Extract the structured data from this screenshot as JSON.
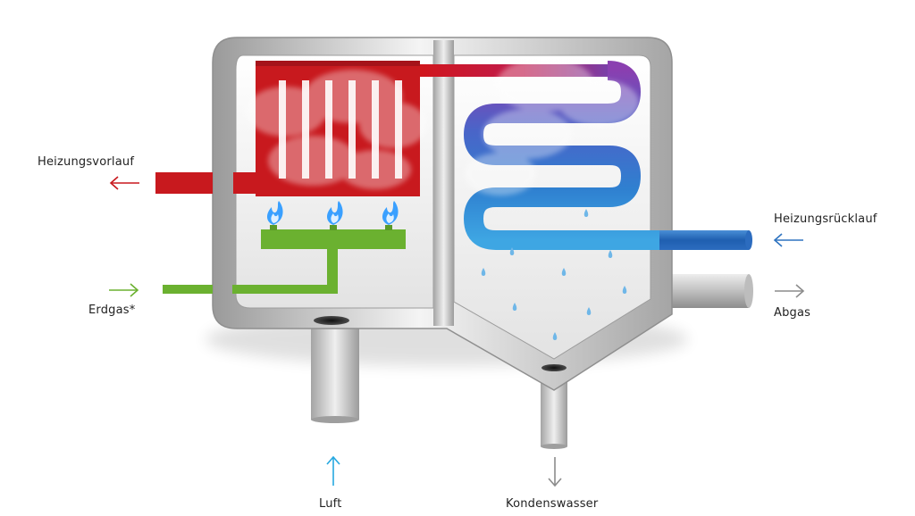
{
  "labels": {
    "supply": "Heizungsvorlauf",
    "return": "Heizungsrücklauf",
    "gas": "Erdgas*",
    "exhaust": "Abgas",
    "air": "Luft",
    "condensate": "Kondenswasser"
  },
  "colors": {
    "supply_red": "#c8191e",
    "return_blue": "#2f74c0",
    "gas_green": "#6bb130",
    "exhaust_grey": "#8c8c8c",
    "air_cyan": "#27a8e0",
    "flame_blue": "#3aa0ff",
    "droplet_blue": "#6fb7e8"
  },
  "icons": [
    "flame-icon",
    "droplet-icon",
    "arrow-left-icon",
    "arrow-right-icon",
    "arrow-up-icon",
    "arrow-down-icon"
  ]
}
